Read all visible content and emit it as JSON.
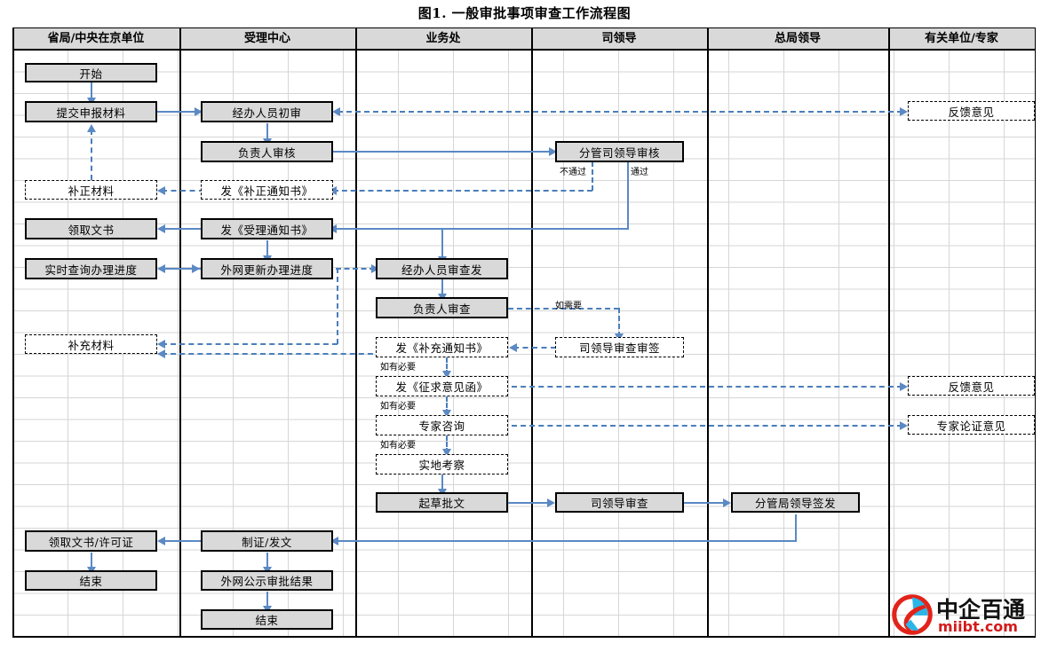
{
  "title": "图1. 一般审批事项审查工作流程图",
  "lanes": [
    {
      "id": "lane-province",
      "label": "省局/中央在京单位"
    },
    {
      "id": "lane-accept",
      "label": "受理中心"
    },
    {
      "id": "lane-business",
      "label": "业务处"
    },
    {
      "id": "lane-si",
      "label": "司领导"
    },
    {
      "id": "lane-bureau",
      "label": "总局领导"
    },
    {
      "id": "lane-expert",
      "label": "有关单位/专家"
    }
  ],
  "nodes": [
    {
      "id": "start",
      "label": "开始",
      "style": "solid",
      "lane": "lane-province"
    },
    {
      "id": "submit-materials",
      "label": "提交申报材料",
      "style": "solid",
      "lane": "lane-province"
    },
    {
      "id": "correct-materials",
      "label": "补正材料",
      "style": "dashed",
      "lane": "lane-province"
    },
    {
      "id": "receive-doc",
      "label": "领取文书",
      "style": "solid",
      "lane": "lane-province"
    },
    {
      "id": "realtime-query",
      "label": "实时查询办理进度",
      "style": "solid",
      "lane": "lane-province"
    },
    {
      "id": "supplement-materials",
      "label": "补充材料",
      "style": "dashed",
      "lane": "lane-province"
    },
    {
      "id": "receive-doc-license",
      "label": "领取文书/许可证",
      "style": "solid",
      "lane": "lane-province"
    },
    {
      "id": "end-province",
      "label": "结束",
      "style": "solid",
      "lane": "lane-province"
    },
    {
      "id": "officer-first-review",
      "label": "经办人员初审",
      "style": "solid",
      "lane": "lane-accept"
    },
    {
      "id": "manager-review",
      "label": "负责人审核",
      "style": "solid",
      "lane": "lane-accept"
    },
    {
      "id": "send-correction-notice",
      "label": "发《补正通知书》",
      "style": "dashed",
      "lane": "lane-accept"
    },
    {
      "id": "send-acceptance-notice",
      "label": "发《受理通知书》",
      "style": "solid",
      "lane": "lane-accept"
    },
    {
      "id": "extranet-update-progress",
      "label": "外网更新办理进度",
      "style": "solid",
      "lane": "lane-accept"
    },
    {
      "id": "make-cert-issue-doc",
      "label": "制证/发文",
      "style": "solid",
      "lane": "lane-accept"
    },
    {
      "id": "extranet-publish-result",
      "label": "外网公示审批结果",
      "style": "solid",
      "lane": "lane-accept"
    },
    {
      "id": "end-accept",
      "label": "结束",
      "style": "solid",
      "lane": "lane-accept"
    },
    {
      "id": "officer-review-issue",
      "label": "经办人员审查发",
      "style": "solid",
      "lane": "lane-business"
    },
    {
      "id": "manager-examine",
      "label": "负责人审查",
      "style": "solid",
      "lane": "lane-business"
    },
    {
      "id": "send-supplement-notice",
      "label": "发《补充通知书》",
      "style": "dashed",
      "lane": "lane-business"
    },
    {
      "id": "send-opinion-letter",
      "label": "发《征求意见函》",
      "style": "dashed",
      "lane": "lane-business"
    },
    {
      "id": "expert-consult",
      "label": "专家咨询",
      "style": "dashed",
      "lane": "lane-business"
    },
    {
      "id": "field-survey",
      "label": "实地考察",
      "style": "dashed",
      "lane": "lane-business"
    },
    {
      "id": "draft-approval-doc",
      "label": "起草批文",
      "style": "solid",
      "lane": "lane-business"
    },
    {
      "id": "deputy-si-review",
      "label": "分管司领导审核",
      "style": "solid",
      "lane": "lane-si"
    },
    {
      "id": "si-review-sign",
      "label": "司领导审查审签",
      "style": "dashed",
      "lane": "lane-si"
    },
    {
      "id": "si-examine",
      "label": "司领导审查",
      "style": "solid",
      "lane": "lane-si"
    },
    {
      "id": "deputy-bureau-sign",
      "label": "分管局领导签发",
      "style": "solid",
      "lane": "lane-bureau"
    },
    {
      "id": "feedback-opinion-1",
      "label": "反馈意见",
      "style": "dashed",
      "lane": "lane-expert"
    },
    {
      "id": "feedback-opinion-2",
      "label": "反馈意见",
      "style": "dashed",
      "lane": "lane-expert"
    },
    {
      "id": "expert-argument-opinion",
      "label": "专家论证意见",
      "style": "dashed",
      "lane": "lane-expert"
    }
  ],
  "edge_labels": {
    "fail": "不通过",
    "pass": "通过",
    "if_needed": "如需要",
    "if_necessary_1": "如有必要",
    "if_necessary_2": "如有必要",
    "if_necessary_3": "如有必要"
  },
  "logo": {
    "name": "中企百通",
    "domain": "miibt.com",
    "mark_red": "#e2231a",
    "mark_cyan": "#29b6e8"
  },
  "colors": {
    "connector": "#5b89c4",
    "dashed_connector": "#4a7ebb",
    "box_fill": "#d9d9d9",
    "header_fill": "#d9d9d9",
    "grid_line": "#d6d6d6"
  }
}
